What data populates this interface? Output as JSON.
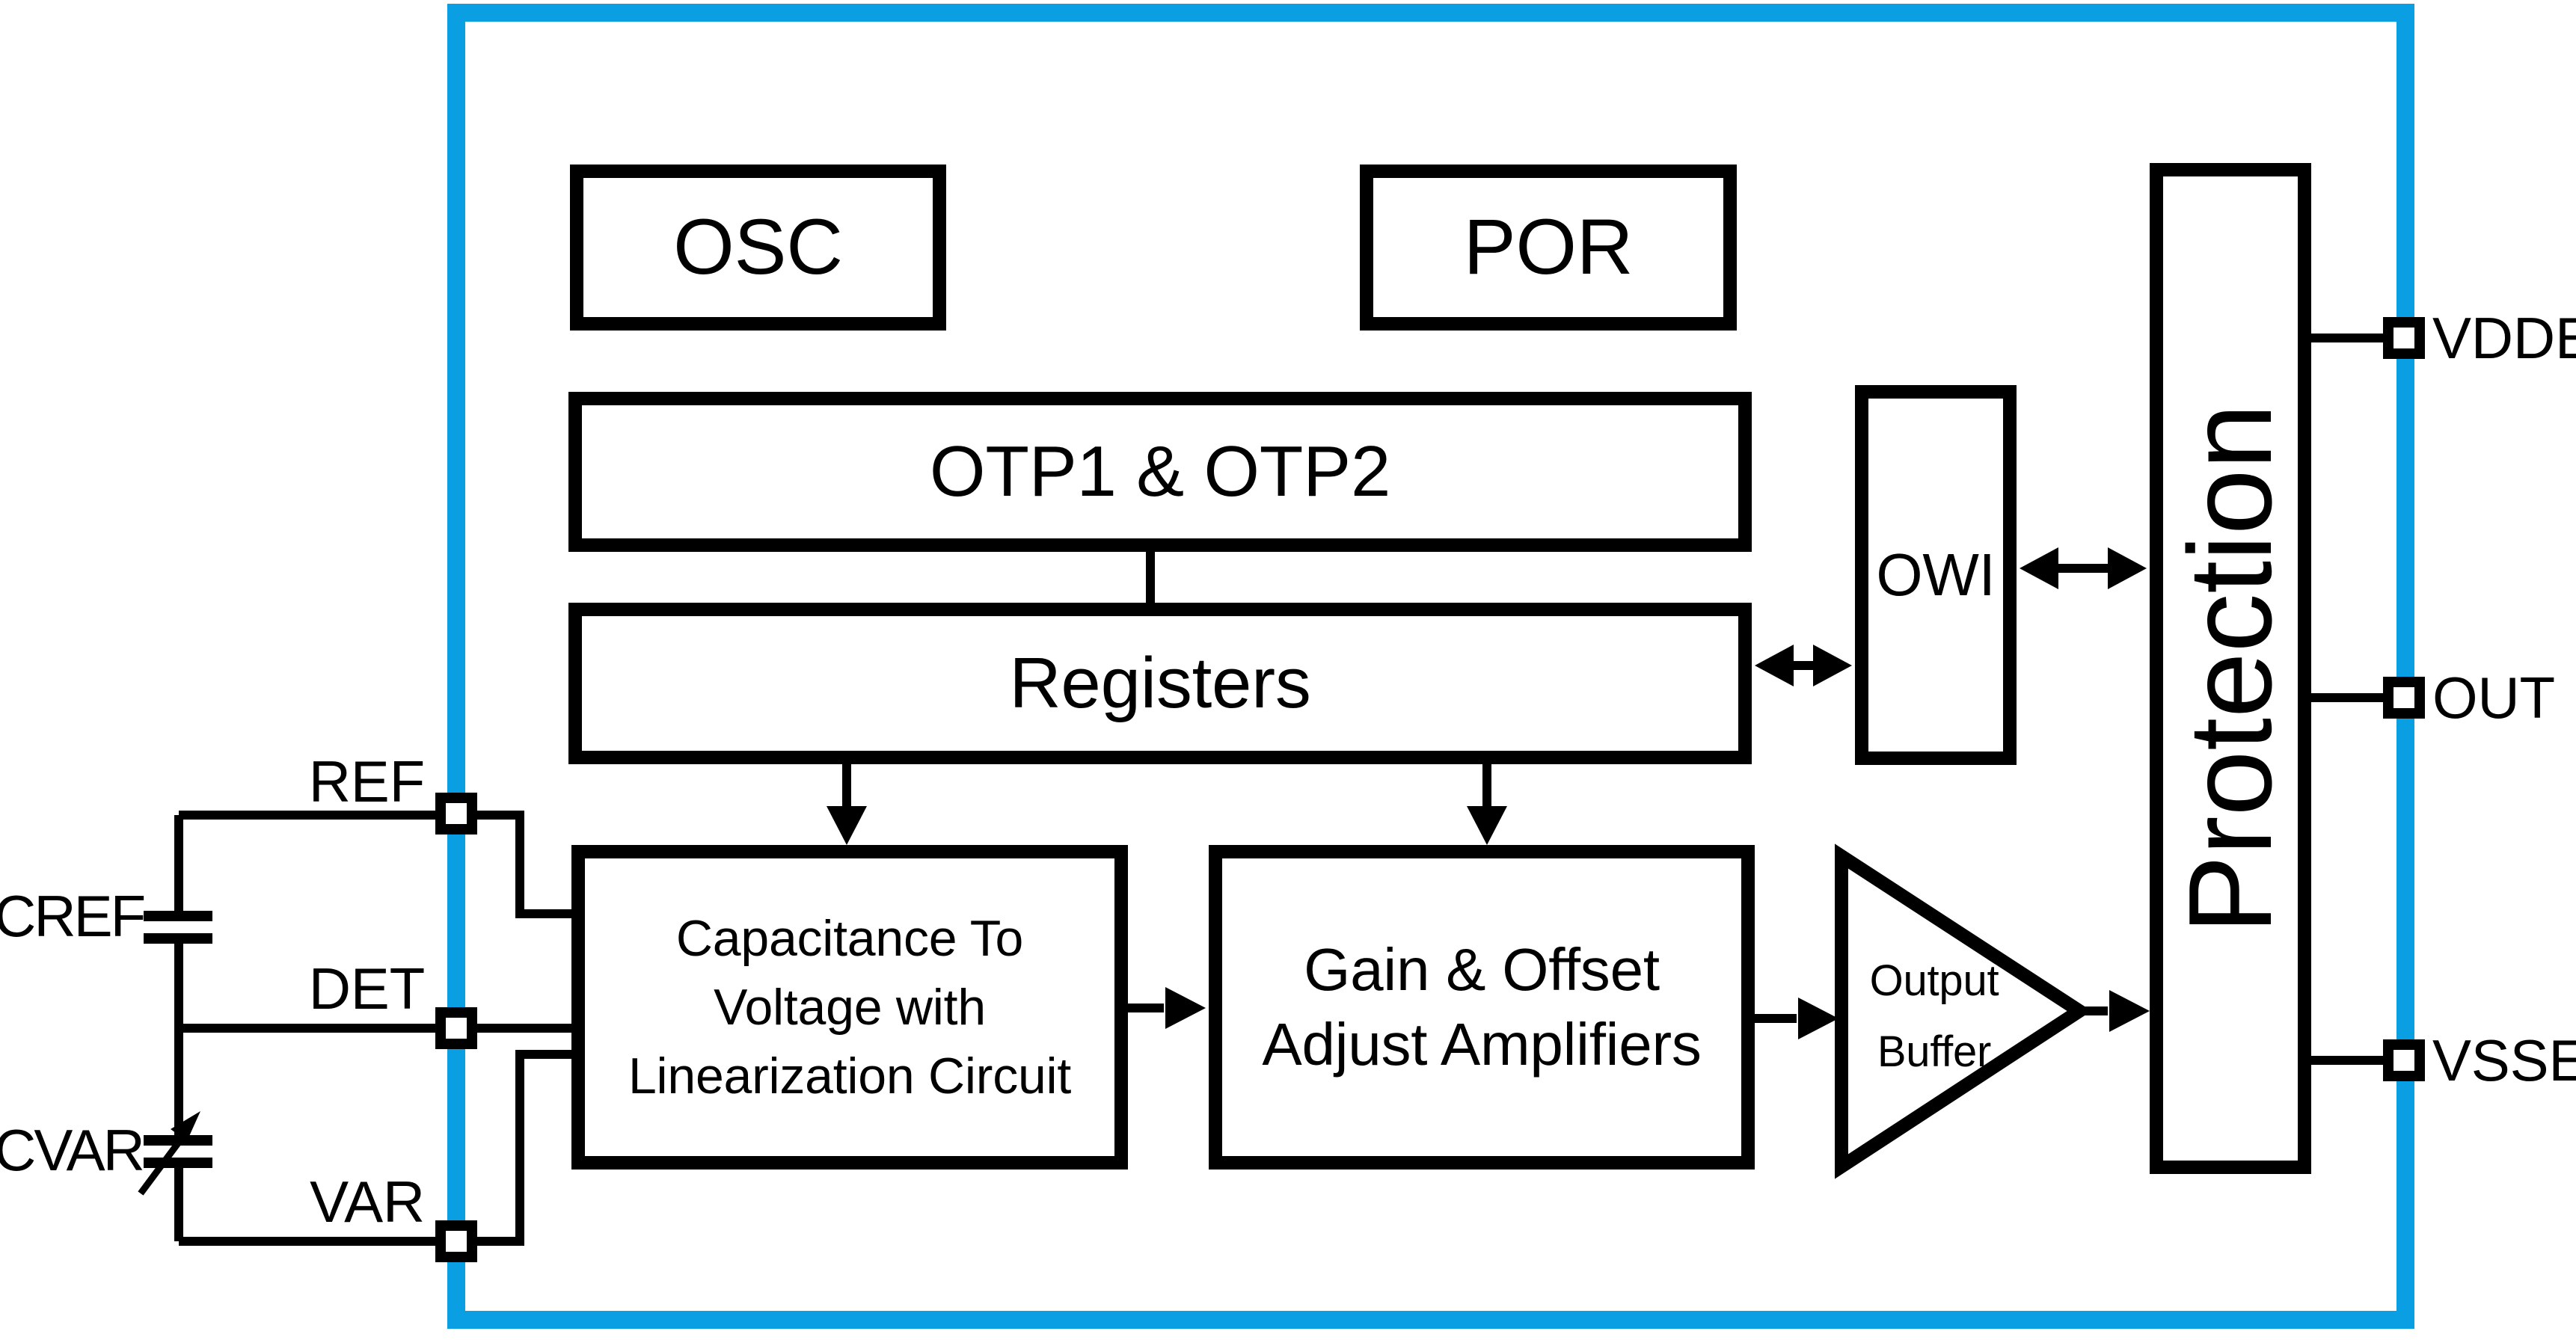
{
  "colors": {
    "accent_blue": "#0a9ee3",
    "line_black": "#000000",
    "background": "#ffffff"
  },
  "blocks": {
    "osc": {
      "label": "OSC"
    },
    "por": {
      "label": "POR"
    },
    "otp": {
      "label": "OTP1 & OTP2"
    },
    "registers": {
      "label": "Registers"
    },
    "cap_to_voltage": {
      "lines": [
        "Capacitance To",
        "Voltage with",
        "Linearization Circuit"
      ]
    },
    "gain_offset": {
      "lines": [
        "Gain & Offset",
        "Adjust Amplifiers"
      ]
    },
    "output_buffer": {
      "lines": [
        "Output",
        "Buffer"
      ]
    },
    "owi": {
      "label": "OWI"
    },
    "protection": {
      "label": "Protection"
    }
  },
  "pins": {
    "left": [
      {
        "name": "REF"
      },
      {
        "name": "DET"
      },
      {
        "name": "VAR"
      }
    ],
    "right": [
      {
        "name": "VDDE"
      },
      {
        "name": "OUT"
      },
      {
        "name": "VSSE"
      }
    ]
  },
  "external_components": [
    {
      "name": "CREF",
      "type": "capacitor"
    },
    {
      "name": "CVAR",
      "type": "variable-capacitor"
    }
  ]
}
